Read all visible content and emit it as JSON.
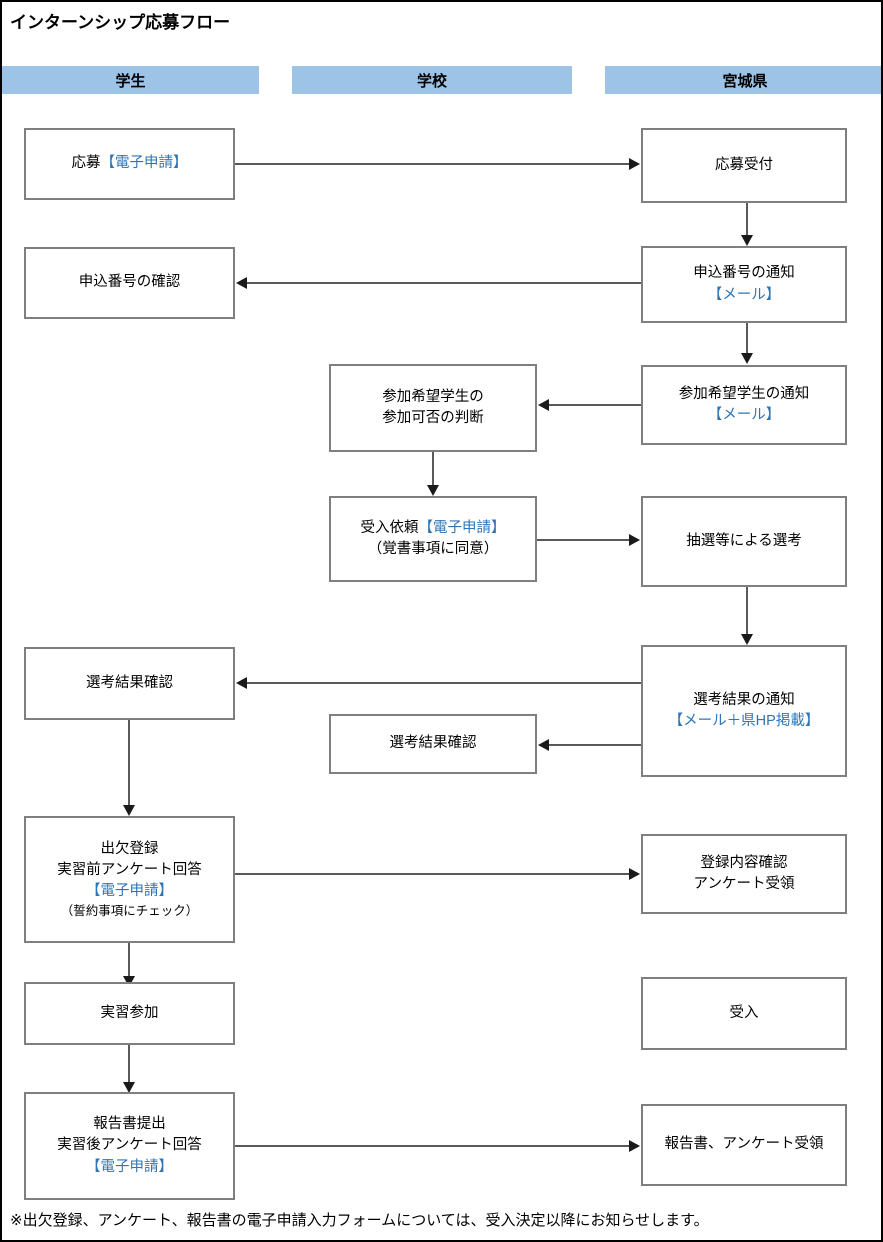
{
  "title": "インターンシップ応募フロー",
  "lanes": [
    {
      "id": "student",
      "label": "学生"
    },
    {
      "id": "school",
      "label": "学校"
    },
    {
      "id": "pref",
      "label": "宮城県"
    }
  ],
  "nodes": [
    {
      "id": "apply",
      "lane": "student",
      "lines": [
        {
          "segments": [
            {
              "text": "応募",
              "color": "black"
            },
            {
              "text": "【電子申請】",
              "color": "blue"
            }
          ]
        }
      ]
    },
    {
      "id": "receive-application",
      "lane": "pref",
      "lines": [
        {
          "segments": [
            {
              "text": "応募受付",
              "color": "black"
            }
          ]
        }
      ]
    },
    {
      "id": "confirm-application-number",
      "lane": "student",
      "lines": [
        {
          "segments": [
            {
              "text": "申込番号の確認",
              "color": "black"
            }
          ]
        }
      ]
    },
    {
      "id": "notify-application-number",
      "lane": "pref",
      "lines": [
        {
          "segments": [
            {
              "text": "申込番号の通知",
              "color": "black"
            }
          ]
        },
        {
          "segments": [
            {
              "text": "【メール】",
              "color": "blue"
            }
          ]
        }
      ]
    },
    {
      "id": "judge-participation",
      "lane": "school",
      "lines": [
        {
          "segments": [
            {
              "text": "参加希望学生の",
              "color": "black"
            }
          ]
        },
        {
          "segments": [
            {
              "text": "参加可否の判断",
              "color": "black"
            }
          ]
        }
      ]
    },
    {
      "id": "notify-applicant-students",
      "lane": "pref",
      "lines": [
        {
          "segments": [
            {
              "text": "参加希望学生の通知",
              "color": "black"
            }
          ]
        },
        {
          "segments": [
            {
              "text": "【メール】",
              "color": "blue"
            }
          ]
        }
      ]
    },
    {
      "id": "acceptance-request",
      "lane": "school",
      "lines": [
        {
          "segments": [
            {
              "text": "受入依頼",
              "color": "black"
            },
            {
              "text": "【電子申請】",
              "color": "blue"
            }
          ]
        },
        {
          "segments": [
            {
              "text": "（覚書事項に同意）",
              "color": "black"
            }
          ]
        }
      ]
    },
    {
      "id": "selection-by-lottery",
      "lane": "pref",
      "lines": [
        {
          "segments": [
            {
              "text": "抽選等による選考",
              "color": "black"
            }
          ]
        }
      ]
    },
    {
      "id": "student-check-result",
      "lane": "student",
      "lines": [
        {
          "segments": [
            {
              "text": "選考結果確認",
              "color": "black"
            }
          ]
        }
      ]
    },
    {
      "id": "notify-selection-result",
      "lane": "pref",
      "lines": [
        {
          "segments": [
            {
              "text": "選考結果の通知",
              "color": "black"
            }
          ]
        },
        {
          "segments": [
            {
              "text": "【メール＋県HP掲載】",
              "color": "blue"
            }
          ]
        }
      ]
    },
    {
      "id": "school-check-result",
      "lane": "school",
      "lines": [
        {
          "segments": [
            {
              "text": "選考結果確認",
              "color": "black"
            }
          ]
        }
      ]
    },
    {
      "id": "attendance-registration",
      "lane": "student",
      "lines": [
        {
          "segments": [
            {
              "text": "出欠登録",
              "color": "black"
            }
          ]
        },
        {
          "segments": [
            {
              "text": "実習前アンケート回答",
              "color": "black"
            }
          ]
        },
        {
          "segments": [
            {
              "text": "【電子申請】",
              "color": "blue"
            }
          ]
        },
        {
          "segments": [
            {
              "text": "（誓約事項にチェック）",
              "color": "black",
              "small": true
            }
          ]
        }
      ]
    },
    {
      "id": "confirm-registration",
      "lane": "pref",
      "lines": [
        {
          "segments": [
            {
              "text": "登録内容確認",
              "color": "black"
            }
          ]
        },
        {
          "segments": [
            {
              "text": "アンケート受領",
              "color": "black"
            }
          ]
        }
      ]
    },
    {
      "id": "join-training",
      "lane": "student",
      "lines": [
        {
          "segments": [
            {
              "text": "実習参加",
              "color": "black"
            }
          ]
        }
      ]
    },
    {
      "id": "accept-students",
      "lane": "pref",
      "lines": [
        {
          "segments": [
            {
              "text": "受入",
              "color": "black"
            }
          ]
        }
      ]
    },
    {
      "id": "submit-report",
      "lane": "student",
      "lines": [
        {
          "segments": [
            {
              "text": "報告書提出",
              "color": "black"
            }
          ]
        },
        {
          "segments": [
            {
              "text": "実習後アンケート回答",
              "color": "black"
            }
          ]
        },
        {
          "segments": [
            {
              "text": "【電子申請】",
              "color": "blue"
            }
          ]
        }
      ]
    },
    {
      "id": "receive-report",
      "lane": "pref",
      "lines": [
        {
          "segments": [
            {
              "text": "報告書、アンケート受領",
              "color": "black"
            }
          ]
        }
      ]
    }
  ],
  "footnote": "※出欠登録、アンケート、報告書の電子申請入力フォームについては、受入決定以降にお知らせします。",
  "colors": {
    "lane_header_bg": "#9DC3E6",
    "node_border": "#7F7F7F",
    "connector": "#595959",
    "accent_text": "#2E75B6",
    "text": "#000000"
  }
}
